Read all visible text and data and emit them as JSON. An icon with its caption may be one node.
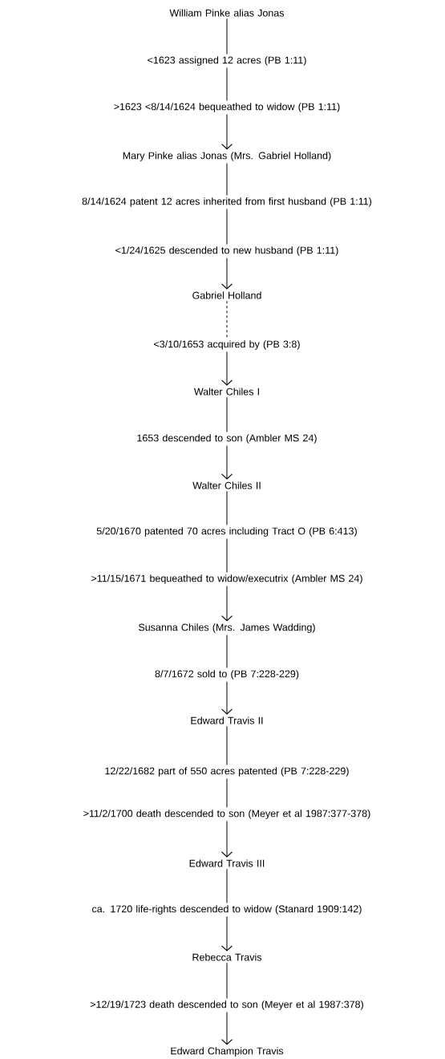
{
  "diagram": {
    "nodes": [
      {
        "text": [
          "William Pinke alias Jonas"
        ]
      },
      {
        "text": [
          "<1623 assigned 12 acres (PB 1:11)"
        ]
      },
      {
        "text": [
          ">1623 <8/14/1624 bequeathed to widow (PB 1:11)"
        ]
      },
      {
        "text": [
          "Mary Pinke alias Jonas (Mrs. Gabriel Holland)"
        ]
      },
      {
        "text": [
          "8/14/1624 patent 12 acres inherited from first husband (PB 1:11)"
        ]
      },
      {
        "text": [
          "<1/24/1625 descended to new husband (PB 1:11)"
        ]
      },
      {
        "text": [
          "Gabriel Holland"
        ]
      },
      {
        "text": [
          "<3/10/1653 acquired by (PB 3:8)"
        ]
      },
      {
        "text": [
          "Walter Chiles I"
        ]
      },
      {
        "text": [
          "1653 descended to son (Ambler MS 24)"
        ]
      },
      {
        "text": [
          "Walter Chiles II"
        ]
      },
      {
        "text": [
          "5/20/1670 patented 70 acres including Tract O (PB 6:413)"
        ]
      },
      {
        "text": [
          ">11/15/1671 bequeathed to widow/executrix (Ambler MS 24)"
        ]
      },
      {
        "text": [
          "Susanna Chiles (Mrs. James Wadding)"
        ]
      },
      {
        "text": [
          "8/7/1672 sold to (PB 7:228-229)"
        ]
      },
      {
        "text": [
          "Edward Travis II"
        ]
      },
      {
        "text": [
          "12/22/1682 part of 550 acres patented (PB 7:228-229)"
        ]
      },
      {
        "text": [
          ">11/2/1700 death descended to son (Meyer et al 1987:377-378)"
        ]
      },
      {
        "text": [
          "Edward Travis III"
        ]
      },
      {
        "text": [
          "ca. 1720 life-rights descended to widow (Stanard 1909:142)"
        ]
      },
      {
        "text": [
          "Rebecca Travis"
        ]
      },
      {
        "text": [
          ">12/19/1723 death descended to son (Meyer et al 1987:378)"
        ]
      },
      {
        "text": [
          "Edward Champion Travis"
        ]
      }
    ],
    "edges": [
      {
        "from": 0,
        "to": 1,
        "arrow": "none"
      },
      {
        "from": 1,
        "to": 2,
        "arrow": "none"
      },
      {
        "from": 2,
        "to": 3,
        "arrow": "to"
      },
      {
        "from": 3,
        "to": 4,
        "arrow": "none"
      },
      {
        "from": 4,
        "to": 5,
        "arrow": "none"
      },
      {
        "from": 5,
        "to": 6,
        "arrow": "to"
      },
      {
        "from": 6,
        "to": 7,
        "arrow": "none",
        "style": "dashed"
      },
      {
        "from": 7,
        "to": 8,
        "arrow": "to"
      },
      {
        "from": 8,
        "to": 9,
        "arrow": "none"
      },
      {
        "from": 9,
        "to": 10,
        "arrow": "to"
      },
      {
        "from": 10,
        "to": 11,
        "arrow": "none"
      },
      {
        "from": 11,
        "to": 12,
        "arrow": "none"
      },
      {
        "from": 12,
        "to": 13,
        "arrow": "to"
      },
      {
        "from": 13,
        "to": 14,
        "arrow": "none"
      },
      {
        "from": 14,
        "to": 15,
        "arrow": "to"
      },
      {
        "from": 15,
        "to": 16,
        "arrow": "none"
      },
      {
        "from": 16,
        "to": 17,
        "arrow": "none"
      },
      {
        "from": 17,
        "to": 18,
        "arrow": "to"
      },
      {
        "from": 18,
        "to": 19,
        "arrow": "none"
      },
      {
        "from": 19,
        "to": 20,
        "arrow": "to"
      },
      {
        "from": 20,
        "to": 21,
        "arrow": "none"
      },
      {
        "from": 21,
        "to": 22,
        "arrow": "to"
      }
    ]
  }
}
